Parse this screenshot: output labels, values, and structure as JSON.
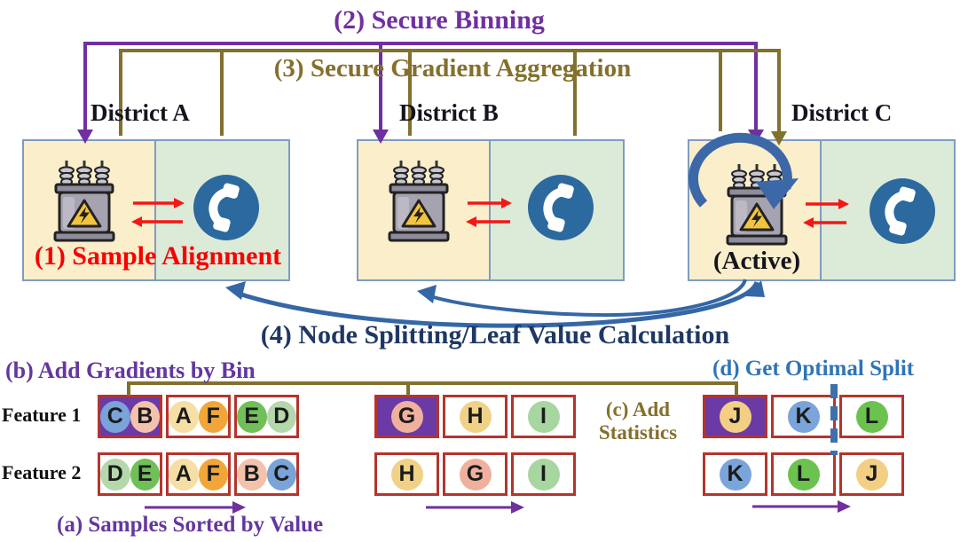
{
  "steps": {
    "step1": "(1) Sample Alignment",
    "step2": "(2) Secure Binning",
    "step3": "(3) Secure Gradient Aggregation",
    "step4": "(4) Node Splitting/Leaf Value Calculation"
  },
  "districts": [
    {
      "label": "District A"
    },
    {
      "label": "District B"
    },
    {
      "label": "District C",
      "status": "(Active)"
    }
  ],
  "bottom": {
    "label_a": "(a) Samples Sorted by Value",
    "label_b": "(b) Add Gradients by Bin",
    "label_c": [
      "(c) Add",
      "Statistics"
    ],
    "label_d": "(d) Get Optimal Split",
    "feature1": "Feature 1",
    "feature2": "Feature 2",
    "groups": [
      {
        "row1": [
          {
            "cells": [
              "C",
              "B"
            ],
            "highlighted": true
          },
          {
            "cells": [
              "A",
              "F"
            ],
            "highlighted": false
          },
          {
            "cells": [
              "E",
              "D"
            ],
            "highlighted": false
          }
        ],
        "row2": [
          {
            "cells": [
              "D",
              "E"
            ],
            "highlighted": false
          },
          {
            "cells": [
              "A",
              "F"
            ],
            "highlighted": false
          },
          {
            "cells": [
              "B",
              "C"
            ],
            "highlighted": false
          }
        ]
      },
      {
        "row1": [
          {
            "cells": [
              "G"
            ],
            "highlighted": true
          },
          {
            "cells": [
              "H"
            ],
            "highlighted": false
          },
          {
            "cells": [
              "I"
            ],
            "highlighted": false
          }
        ],
        "row2": [
          {
            "cells": [
              "H"
            ],
            "highlighted": false
          },
          {
            "cells": [
              "G"
            ],
            "highlighted": false
          },
          {
            "cells": [
              "I"
            ],
            "highlighted": false
          }
        ]
      },
      {
        "row1": [
          {
            "cells": [
              "J"
            ],
            "highlighted": true
          },
          {
            "cells": [
              "K"
            ],
            "highlighted": false
          },
          {
            "cells": [
              "L"
            ],
            "highlighted": false
          }
        ],
        "row2": [
          {
            "cells": [
              "K"
            ],
            "highlighted": false
          },
          {
            "cells": [
              "L"
            ],
            "highlighted": false
          },
          {
            "cells": [
              "J"
            ],
            "highlighted": false
          }
        ]
      }
    ]
  },
  "sample_colors": {
    "A": "#F6DFA4",
    "B": "#F3C2AC",
    "C": "#79A3D9",
    "D": "#B4D8AC",
    "E": "#70BF58",
    "F": "#F1A63A",
    "G": "#EFB19E",
    "H": "#F0D287",
    "I": "#A7D6A0",
    "J": "#F2CF85",
    "K": "#7AA4DA",
    "L": "#6CC24F"
  },
  "colors": {
    "binning_purple": "#7030A0",
    "aggregation_brown": "#82702E",
    "alignment_red": "#F80000",
    "splitting_navy": "#1F3864",
    "optimal_split_blue": "#2E75B6",
    "bottom_label_purple": "#64379F",
    "steel_arrow_blue": "#3C68A8",
    "district_border": "#7E9CC2",
    "grid_cell_yellow": "#FAEECB",
    "comm_cell_green": "#DCEBD8",
    "phone_circle_blue": "#2C699F",
    "bin_border_red": "#B5342C",
    "bin_highlight_purple": "#6B3AA5"
  },
  "icons": {
    "transformer": "power-transformer-icon",
    "phone": "telephone-handset-icon"
  }
}
